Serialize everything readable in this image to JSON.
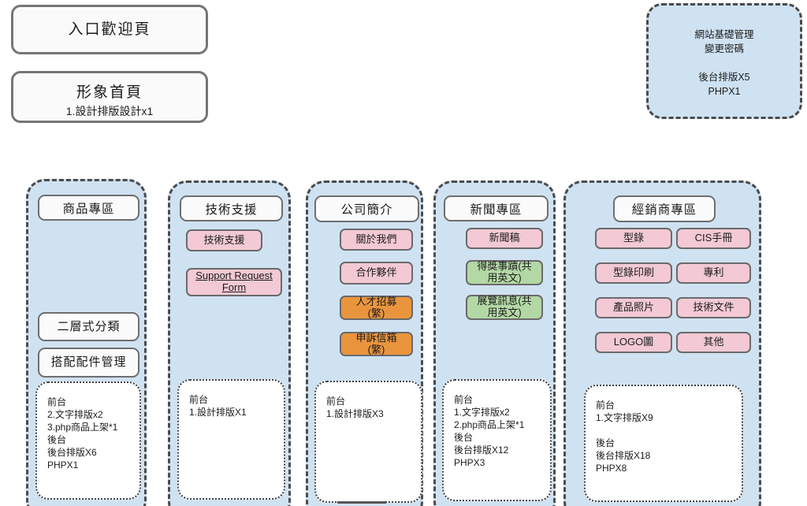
{
  "entry_box": {
    "title": "入口歡迎頁"
  },
  "home_box": {
    "title": "形象首頁",
    "subtitle": "1.設計排版設計x1"
  },
  "admin_box": {
    "lines": [
      "網站基礎管理",
      "變更密碼",
      "",
      "後台排版X5",
      "PHPX1"
    ]
  },
  "columns": [
    {
      "header": "商品專區",
      "items": [
        {
          "label": "二層式分類"
        },
        {
          "label": "搭配配件管理"
        }
      ],
      "note": [
        "前台",
        "2.文字排版x2",
        "3.php商品上架*1",
        "後台",
        "後台排版X6",
        "PHPX1"
      ]
    },
    {
      "header": "技術支援",
      "items": [
        {
          "label": "技術支援"
        },
        {
          "label": "Support Request Form"
        }
      ],
      "note": [
        "前台",
        "1.設計排版X1"
      ]
    },
    {
      "header": "公司簡介",
      "items": [
        {
          "label": "關於我們"
        },
        {
          "label": "合作夥伴"
        },
        {
          "label": "人才招募",
          "label2": "(繁)"
        },
        {
          "label": "申訴信箱",
          "label2": "(繁)"
        }
      ],
      "note": [
        "前台",
        "1.設計排版X3"
      ]
    },
    {
      "header": "新聞專區",
      "items": [
        {
          "label": "新聞稿"
        },
        {
          "label": "得獎事蹟(共",
          "label2": "用英文)"
        },
        {
          "label": "展覽訊息(共",
          "label2": "用英文)"
        }
      ],
      "note": [
        "前台",
        "1.文字排版x2",
        "2.php商品上架*1",
        "後台",
        "後台排版X12",
        "PHPX3"
      ]
    },
    {
      "header": "經銷商專區",
      "items": [
        {
          "label": "型錄"
        },
        {
          "label": "CIS手冊"
        },
        {
          "label": "型錄印刷"
        },
        {
          "label": "專利"
        },
        {
          "label": "產品照片"
        },
        {
          "label": "技術文件"
        },
        {
          "label": "LOGO圖"
        },
        {
          "label": "其他"
        }
      ],
      "note": [
        "前台",
        "1.文字排版X9",
        "",
        "後台",
        "後台排版X18",
        "PHPX8"
      ]
    }
  ],
  "colors": {
    "column_bg": "#cfe2f2",
    "pink": "#f2c9d4",
    "orange": "#e9953e",
    "green": "#b3d8a5",
    "border_gray": "#4c4c4c"
  }
}
